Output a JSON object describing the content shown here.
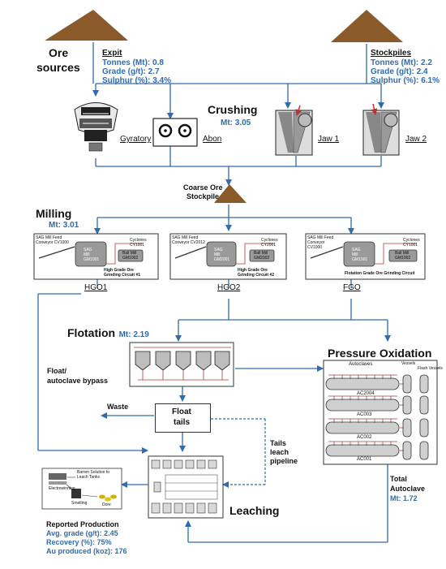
{
  "ore_sources": {
    "title_line1": "Ore",
    "title_line2": "sources",
    "expit": {
      "name": "Expit",
      "tonnes": "Tonnes (Mt): 0.8",
      "grade": "Grade (g/t): 2.7",
      "sulphur": "Sulphur (%): 3.4%"
    },
    "stockpiles": {
      "name": "Stockpiles",
      "tonnes": "Tonnes (Mt): 2.2",
      "grade": "Grade (g/t): 2.4",
      "sulphur": "Sulphur (%): 6.1%"
    }
  },
  "crushing": {
    "title": "Crushing",
    "value": "Mt: 3.05",
    "crushers": [
      "Gyratory",
      "Abon",
      "Jaw 1",
      "Jaw 2"
    ]
  },
  "coarse_ore": {
    "line1": "Coarse Ore",
    "line2": "Stockpile"
  },
  "milling": {
    "title": "Milling",
    "value": "Mt: 3.01",
    "circuits": [
      {
        "name": "HGO1",
        "feed1": "SAG Mill Feed",
        "feed2": "Conveyor CV1000",
        "sag1": "SAG",
        "sag2": "Mill",
        "sag3": "GM1001",
        "ball1": "Ball Mill",
        "ball2": "GM1002",
        "cyc1": "Cyclones",
        "cyc2": "CY1001",
        "cap1": "High Grade Ore",
        "cap2": "Grinding Circuit #1"
      },
      {
        "name": "HGO2",
        "feed1": "SAG Mill Feed",
        "feed2": "Conveyor CV2012",
        "sag1": "SAG",
        "sag2": "Mill",
        "sag3": "GM2001",
        "ball1": "Ball Mill",
        "ball2": "GM2002",
        "cyc1": "Cyclones",
        "cyc2": "CY2001",
        "cap1": "High Grade Ore",
        "cap2": "Grinding Circuit #2"
      },
      {
        "name": "FGO",
        "feed1": "SAG Mill Feed",
        "feed2": "Conveyor",
        "feed3": "CV1000",
        "sag1": "SAG",
        "sag2": "Mill",
        "sag3": "GM1001",
        "ball1": "Ball Mill",
        "ball2": "GM1002",
        "cyc1": "Cyclones",
        "cyc2": "CY1001",
        "cap1": "Flotation Grade Ore Grinding Circuit",
        "cap2": ""
      }
    ]
  },
  "flotation": {
    "title": "Flotation",
    "value": "Mt: 2.19"
  },
  "bypass": {
    "line1": "Float/",
    "line2": "autoclave bypass"
  },
  "waste": "Waste",
  "float_tails": {
    "line1": "Float",
    "line2": "tails"
  },
  "tails_leach": {
    "line1": "Tails",
    "line2": "leach",
    "line3": "pipeline"
  },
  "pressure_oxidation": {
    "title": "Pressure Oxidation",
    "hdr_autoclaves": "Autoclaves",
    "hdr_vessels": "Vessels",
    "hdr_flash": "Flash Vessels",
    "units": [
      "AC2004",
      "AC003",
      "AC002",
      "AC001"
    ]
  },
  "total_autoclave": {
    "line1": "Total",
    "line2": "Autoclave",
    "value": "Mt: 1.72"
  },
  "leaching": {
    "title": "Leaching"
  },
  "refinery": {
    "barren": "Barren Solution to",
    "barren2": "Leach Tanks",
    "electro": "Electrowinning",
    "smelting": "Smelting",
    "dore": "Dore"
  },
  "production": {
    "title": "Reported Production",
    "grade": "Avg. grade (g/t): 2.45",
    "recovery": "Recovery (%): 75%",
    "au": "Au produced (koz): 176"
  },
  "colors": {
    "accent": "#2e6bb0",
    "pile": "#8b5a2b",
    "frame": "#333333"
  }
}
